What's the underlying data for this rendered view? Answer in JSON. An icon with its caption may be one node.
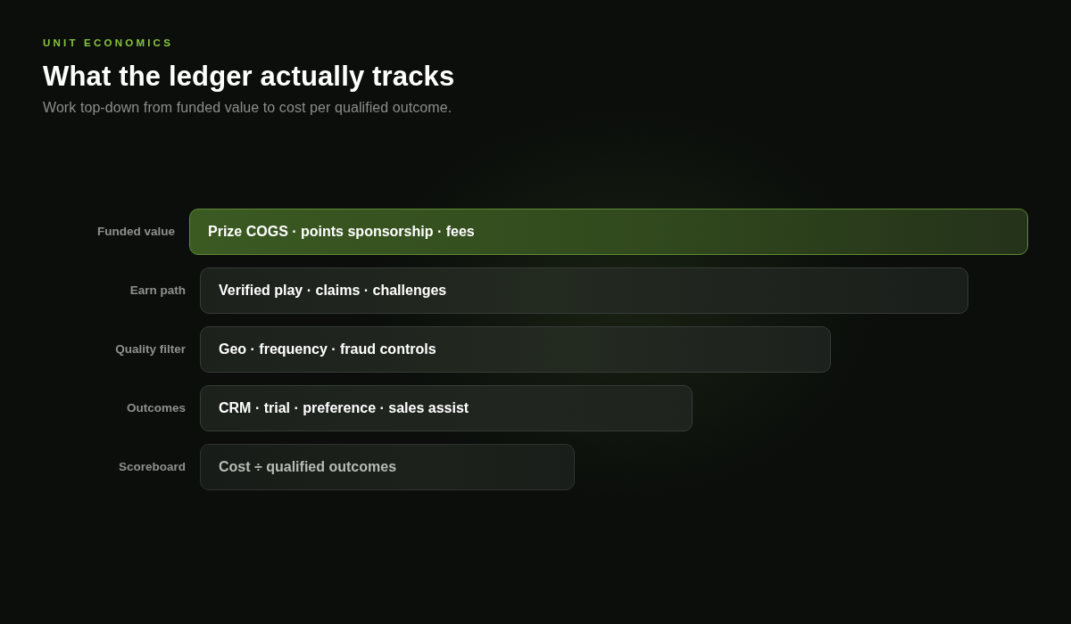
{
  "diagram": {
    "title": "What the ledger actually tracks",
    "nodes": [
      {
        "text": [
          "Prize COGS · points sponsorship · fees"
        ],
        "beside": [
          "Funded value"
        ]
      },
      {
        "text": [
          "Verified play · claims · challenges"
        ],
        "beside": [
          "Earn path"
        ]
      },
      {
        "text": [
          "Geo · frequency · fraud controls"
        ],
        "beside": [
          "Quality filter"
        ]
      },
      {
        "text": [
          "CRM · trial · preference · sales assist"
        ],
        "beside": [
          "Outcomes"
        ]
      },
      {
        "text": [
          "Cost ÷ qualified outcomes"
        ],
        "beside": [
          "Scoreboard"
        ]
      }
    ],
    "labels": [
      "UNIT ECONOMICS",
      "Work top-down from funded value to cost per qualified outcome."
    ]
  }
}
